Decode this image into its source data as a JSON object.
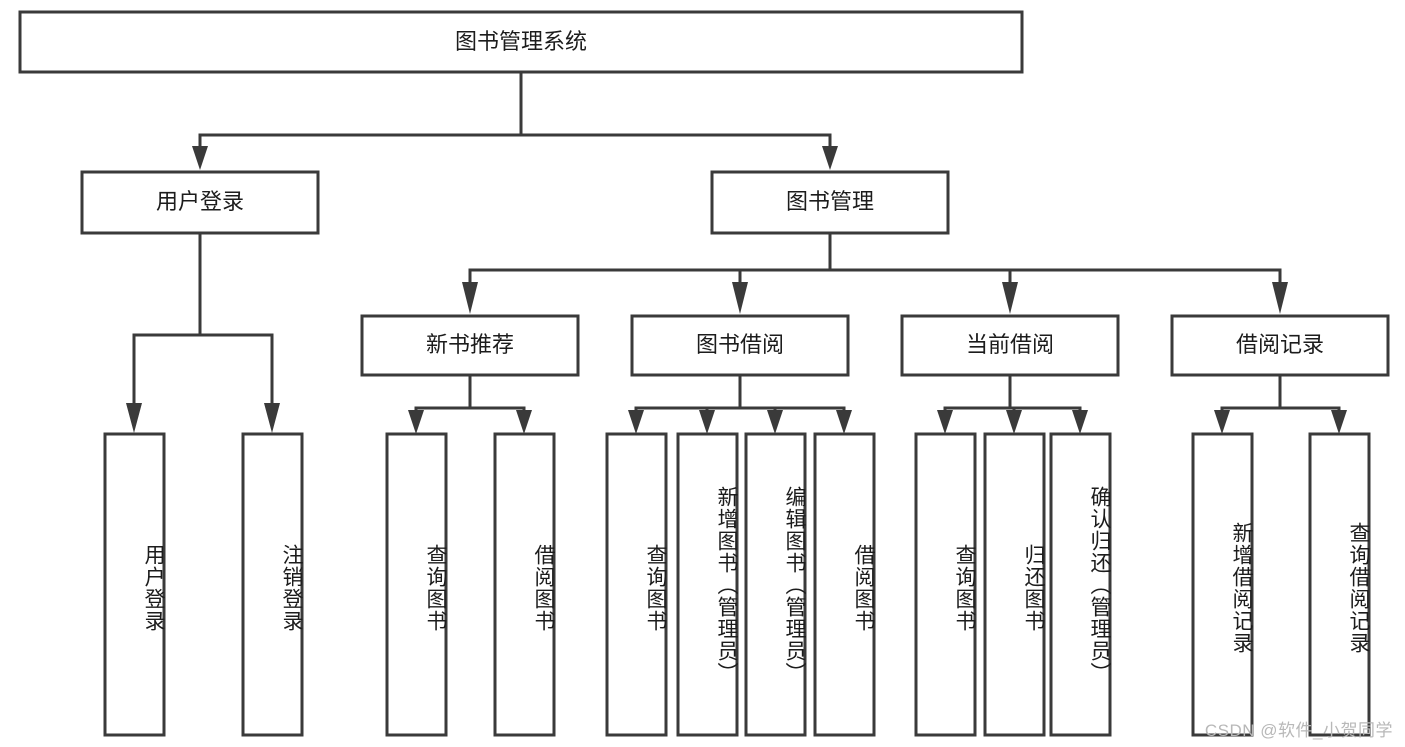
{
  "diagram": {
    "type": "hierarchy-tree",
    "title": "图书管理系统",
    "root": {
      "label": "图书管理系统",
      "level": 0
    },
    "level1": [
      {
        "label": "用户登录"
      },
      {
        "label": "图书管理"
      }
    ],
    "level2": [
      {
        "label": "新书推荐",
        "parent": "图书管理"
      },
      {
        "label": "图书借阅",
        "parent": "图书管理"
      },
      {
        "label": "当前借阅",
        "parent": "图书管理"
      },
      {
        "label": "借阅记录",
        "parent": "图书管理"
      }
    ],
    "leaves": {
      "user_login": [
        {
          "label": "用户登录"
        },
        {
          "label": "注销登录"
        }
      ],
      "new_book_recommend": [
        {
          "label": "查询图书"
        },
        {
          "label": "借阅图书"
        }
      ],
      "book_borrow": [
        {
          "label": "查询图书"
        },
        {
          "label": "新增图书（管理员）"
        },
        {
          "label": "编辑图书（管理员）"
        },
        {
          "label": "借阅图书"
        }
      ],
      "current_borrow": [
        {
          "label": "查询图书"
        },
        {
          "label": "归还图书"
        },
        {
          "label": "确认归还（管理员）"
        }
      ],
      "borrow_record": [
        {
          "label": "新增借阅记录"
        },
        {
          "label": "查询借阅记录"
        }
      ]
    },
    "watermark": "CSDN @软件_小贺同学",
    "colors": {
      "box_stroke": "#3a3a3a",
      "box_fill": "#ffffff",
      "text": "#1c1c1c",
      "watermark": "#b8b8b8",
      "background": "#ffffff"
    }
  }
}
